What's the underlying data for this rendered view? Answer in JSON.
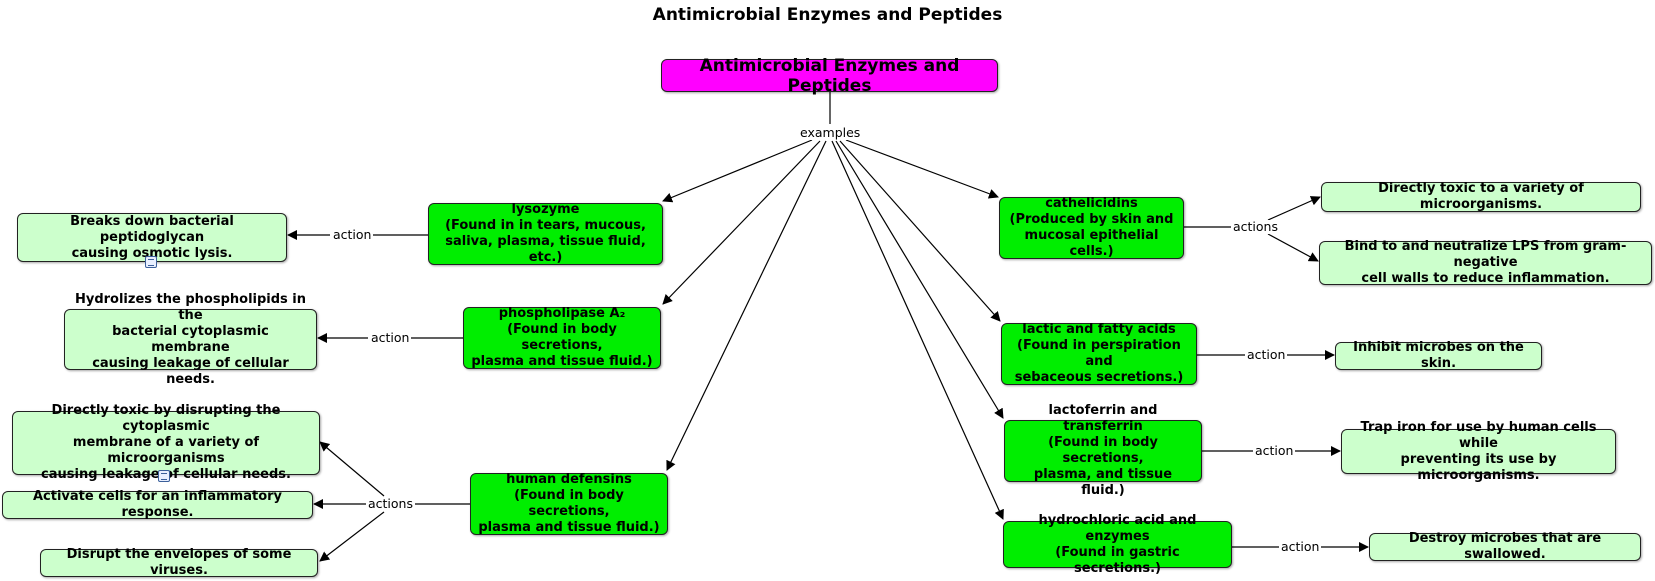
{
  "title": "Antimicrobial Enzymes and Peptides",
  "nodes": {
    "root": "Antimicrobial Enzymes and Peptides",
    "lysozyme": "lysozyme\n(Found in in tears, mucous,\nsaliva, plasma, tissue fluid, etc.)",
    "lysozyme_action": "Breaks down bacterial peptidoglycan\ncausing osmotic lysis.",
    "phospholipase": "phospholipase A₂\n(Found in body secretions,\nplasma and tissue fluid.)",
    "phospholipase_action": "Hydrolizes the phospholipids in the\nbacterial cytoplasmic membrane\ncausing leakage of cellular needs.",
    "defensins": "human defensins\n(Found in body secretions,\nplasma and tissue fluid.)",
    "defensins_action_1": "Directly toxic by disrupting the cytoplasmic\nmembrane of a variety of microorganisms\ncausing leakage of cellular needs.",
    "defensins_action_2": "Activate cells for an inflammatory response.",
    "defensins_action_3": "Disrupt the envelopes of some viruses.",
    "cathelicidins": "cathelicidins\n(Produced by skin and\nmucosal epithelial cells.)",
    "cathelicidins_action_1": "Directly toxic to a variety of microorganisms.",
    "cathelicidins_action_2": "Bind to and neutralize LPS from gram-negative\ncell walls to reduce inflammation.",
    "lactic": "lactic and fatty acids\n(Found in perspiration and\nsebaceous secretions.)",
    "lactic_action": "Inhibit microbes on the skin.",
    "lactoferrin": "lactoferrin and transferrin\n(Found in body secretions,\nplasma, and tissue fluid.)",
    "lactoferrin_action": "Trap iron for use by human cells while\npreventing its use by microorganisms.",
    "hcl": "hydrochloric acid and enzymes\n(Found in gastric secretions.)",
    "hcl_action": "Destroy microbes that are swallowed."
  },
  "labels": {
    "examples": "examples",
    "lysozyme": "action",
    "phospholipase": "action",
    "defensins": "actions",
    "cathelicidins": "actions",
    "lactic": "action",
    "lactoferrin": "action",
    "hcl": "action"
  },
  "colors": {
    "root": "#ff00ff",
    "concept": "#00ee00",
    "action": "#ccffcc"
  },
  "icons": [
    "note-icon",
    "note-icon"
  ]
}
